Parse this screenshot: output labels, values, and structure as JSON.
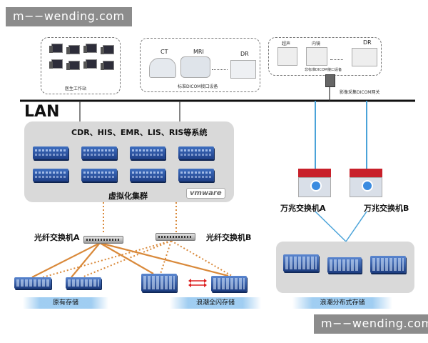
{
  "watermark_top": "m−−wending.com",
  "watermark_bottom": "m−−wending.com",
  "workstation_group": {
    "label": "医生工作站"
  },
  "modality_group": {
    "ct": "CT",
    "mri": "MRI",
    "dr": "DR",
    "caption": "标准DICOM接口设备"
  },
  "modality_group_2": {
    "ultrasound": "超声",
    "endoscope": "内镜",
    "dr": "DR",
    "caption": "非标准DICOM接口设备",
    "gateway": "影像采集DICOM网关"
  },
  "lan": {
    "label": "LAN"
  },
  "systems": {
    "title": "CDR、HIS、EMR、LIS、RIS等系统"
  },
  "cluster": {
    "title": "虚拟化集群",
    "vendor": "vmware"
  },
  "fiber_switch_a": {
    "label": "光纤交换机A"
  },
  "fiber_switch_b": {
    "label": "光纤交换机B"
  },
  "tengig_a": {
    "label": "万兆交换机A"
  },
  "tengig_b": {
    "label": "万兆交换机B"
  },
  "legacy_storage": {
    "caption": "原有存储"
  },
  "flash_storage": {
    "caption": "浪潮全闪存储"
  },
  "distributed_storage": {
    "caption": "浪潮分布式存储"
  },
  "colors": {
    "fiber_link": "#d9893a",
    "network_link": "#4aa3d9",
    "lan_bus": "#111111",
    "cluster_bg": "#d9d9d9"
  }
}
